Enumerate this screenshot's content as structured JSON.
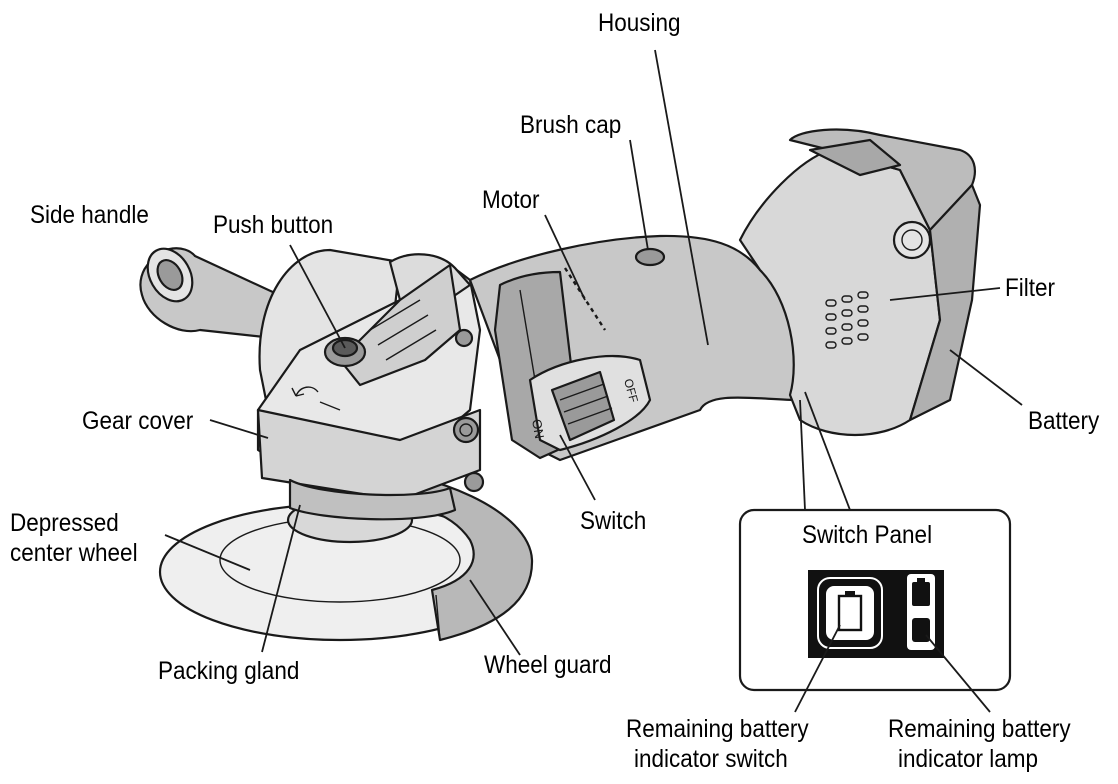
{
  "labels": {
    "housing": "Housing",
    "brush_cap": "Brush cap",
    "motor": "Motor",
    "side_handle": "Side handle",
    "push_button": "Push button",
    "filter": "Filter",
    "gear_cover": "Gear cover",
    "battery": "Battery",
    "depressed_center_wheel_1": "Depressed",
    "depressed_center_wheel_2": "center wheel",
    "switch": "Switch",
    "switch_panel": "Switch Panel",
    "packing_gland": "Packing gland",
    "wheel_guard": "Wheel guard",
    "indicator_switch_1": "Remaining battery",
    "indicator_switch_2": "indicator switch",
    "indicator_lamp_1": "Remaining battery",
    "indicator_lamp_2": "indicator lamp"
  },
  "colors": {
    "body_fill": "#c8c8c8",
    "light_fill": "#e4e4e4",
    "dark_fill": "#9a9a9a",
    "outline": "#1a1a1a",
    "panel_black": "#111111"
  },
  "icons": {
    "battery_switch": "battery-icon",
    "battery_lamp": "battery-lamp-icon"
  }
}
